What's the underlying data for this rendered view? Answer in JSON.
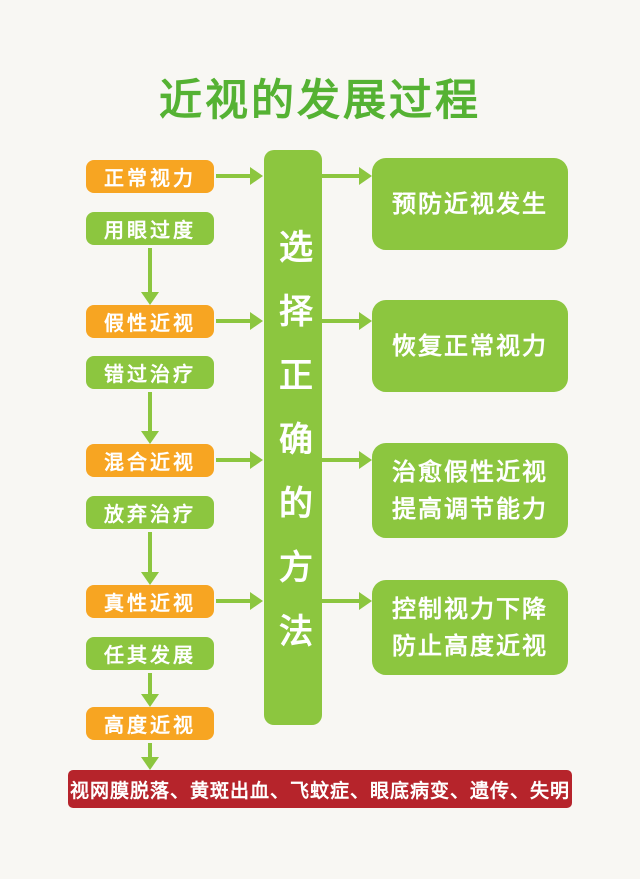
{
  "title": "近视的发展过程",
  "colors": {
    "title_green": "#55b233",
    "stage_orange": "#f7a522",
    "green": "#8cc63f",
    "footer_red": "#b6242b",
    "background": "#f8f7f3",
    "text_on_fill": "#ffffff"
  },
  "flow": {
    "stages": [
      {
        "label": "正常视力",
        "cause": "用眼过度"
      },
      {
        "label": "假性近视",
        "cause": "错过治疗"
      },
      {
        "label": "混合近视",
        "cause": "放弃治疗"
      },
      {
        "label": "真性近视",
        "cause": "任其发展"
      },
      {
        "label": "高度近视"
      }
    ]
  },
  "center": {
    "label": "选择正确的方法"
  },
  "outcomes": [
    {
      "lines": [
        "预防近视发生"
      ]
    },
    {
      "lines": [
        "恢复正常视力"
      ]
    },
    {
      "lines": [
        "治愈假性近视",
        "提高调节能力"
      ]
    },
    {
      "lines": [
        "控制视力下降",
        "防止高度近视"
      ]
    }
  ],
  "footer": "视网膜脱落、黄斑出血、飞蚊症、眼底病变、遗传、失明"
}
